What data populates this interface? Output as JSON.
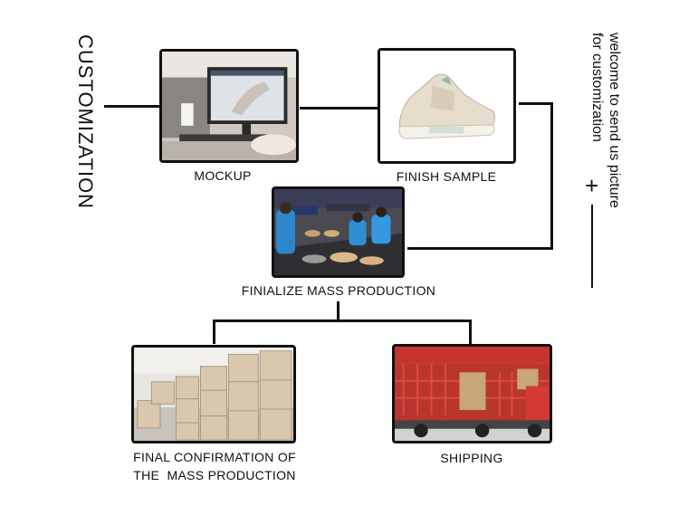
{
  "title": "CUSTOMIZATION",
  "side_note": {
    "line1": "welcome to send us picture",
    "line2": "for customization"
  },
  "steps": {
    "mockup": {
      "label": "MOCKUP"
    },
    "finish_sample": {
      "label": "FINISH SAMPLE"
    },
    "finalize": {
      "label": "FINIALIZE MASS PRODUCTION"
    },
    "final_confirmation": {
      "line1": "FINAL CONFIRMATION OF",
      "line2": "THE  MASS PRODUCTION"
    },
    "shipping": {
      "label": "SHIPPING"
    }
  },
  "icons": {
    "plus": "+"
  }
}
